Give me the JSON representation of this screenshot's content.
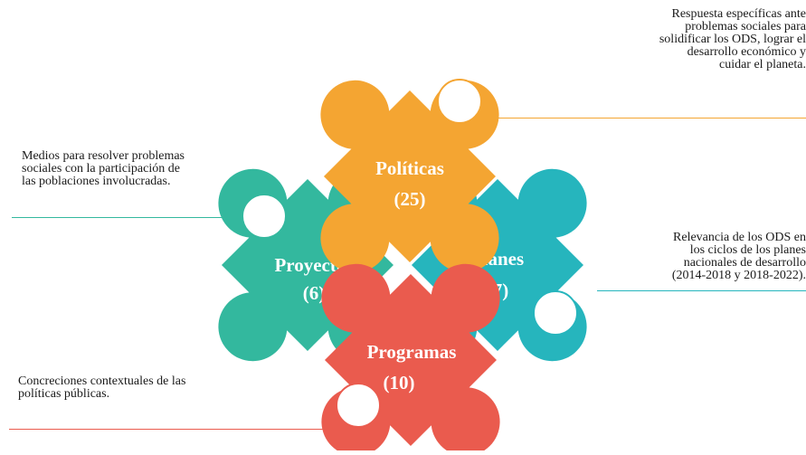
{
  "pieces": [
    {
      "id": "politicas",
      "title": "Políticas",
      "count": "(25)",
      "color": "#f4a532",
      "description": "Respuesta específicas ante\nproblemas sociales para\nsolidificar los ODS, lograr el\ndesarrollo económico y\ncuidar el planeta."
    },
    {
      "id": "proyectos",
      "title": "Proyectos",
      "count": "(6)",
      "color": "#33b89e",
      "description": "Medios para resolver problemas\nsociales con la participación de\nlas poblaciones involucradas."
    },
    {
      "id": "planes",
      "title": "Planes",
      "count": "(7)",
      "color": "#26b5bd",
      "description": "Relevancia de los ODS en\nlos ciclos de los planes\nnacionales de desarrollo\n(2014-2018 y 2018-2022)."
    },
    {
      "id": "programas",
      "title": "Programas",
      "count": "(10)",
      "color": "#ea5b4e",
      "description": "Concreciones contextuales de las\npolíticas públicas."
    }
  ]
}
